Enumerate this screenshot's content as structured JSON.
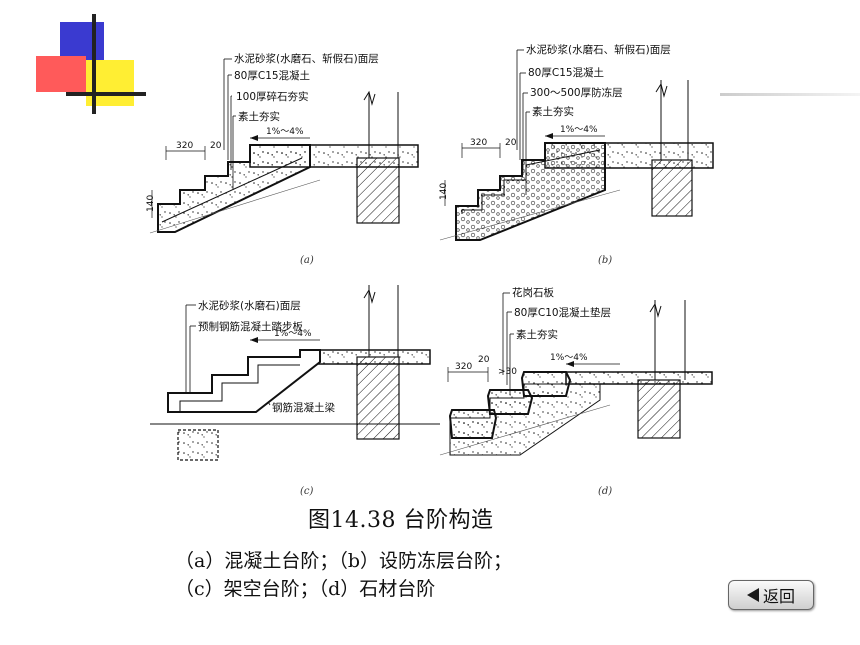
{
  "labels_a": [
    "水泥砂浆(水磨石、斩假石)面层",
    "80厚C15混凝土",
    "100厚碎石夯实",
    "素土夯实"
  ],
  "labels_b": [
    "水泥砂浆(水磨石、斩假石)面层",
    "80厚C15混凝土",
    "300～500厚防冻层",
    "素土夯实"
  ],
  "labels_c": [
    "水泥砂浆(水磨石)面层",
    "预制钢筋混凝土踏步板",
    "钢筋混凝土梁"
  ],
  "labels_d": [
    "花岗石板",
    "80厚C10混凝土垫层",
    "素土夯实"
  ],
  "dims": {
    "width_320": "320",
    "width_20": "20",
    "height_140": "140",
    "slope": "1%～4%",
    "gap_30": ">30"
  },
  "sublabels": [
    "(a)",
    "(b)",
    "(c)",
    "(d)"
  ],
  "caption": {
    "title": "图14.38  台阶构造",
    "line1": "（a）混凝土台阶；（b）设防冻层台阶；",
    "line2": "（c）架空台阶；（d）石材台阶"
  },
  "nav": {
    "back_label": "返回",
    "back_icon": "left-triangle-icon"
  },
  "colors": {
    "deco_blue": "#3a3ad0",
    "deco_red": "#ff5050",
    "deco_yellow": "#ffee33"
  }
}
